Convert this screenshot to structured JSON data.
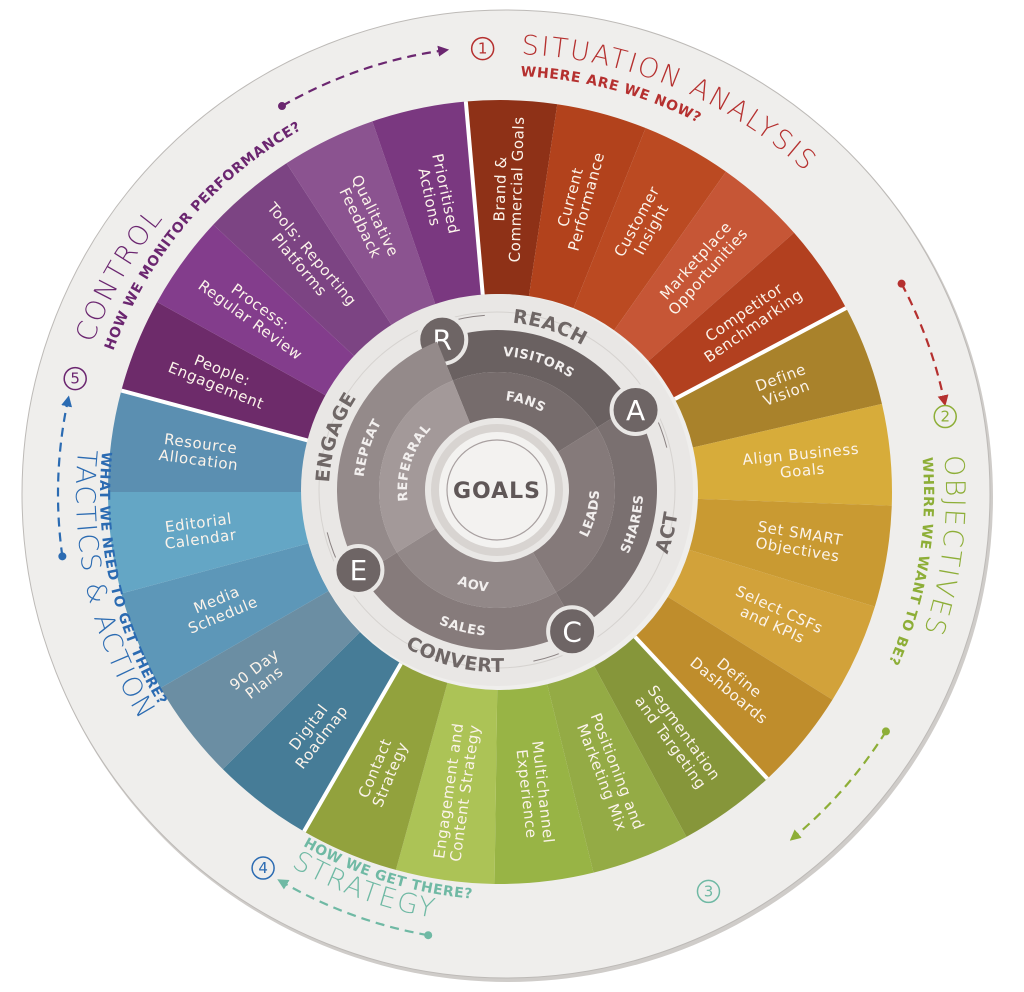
{
  "diagram": {
    "center_label": "GOALS",
    "stages": [
      {
        "number": "1",
        "title": "SITUATION ANALYSIS",
        "subtitle": "WHERE ARE WE NOW?",
        "color": "#b5302f",
        "items": [
          "Brand & Commercial Goals",
          "Current Performance",
          "Customer Insight",
          "Marketplace Opportunities",
          "Competitor Benchmarking"
        ],
        "item_colors": [
          "#8e3117",
          "#b2421c",
          "#bb4a22",
          "#c65636",
          "#b2401f"
        ]
      },
      {
        "number": "2",
        "title": "OBJECTIVES",
        "subtitle": "WHERE WE WANT TO BE?",
        "color": "#8dae37",
        "items": [
          "Define Vision",
          "Align Business Goals",
          "Set SMART Objectives",
          "Select CSFs and KPIs",
          "Define Dashboards"
        ],
        "item_colors": [
          "#a9822b",
          "#d7ac3a",
          "#c99a32",
          "#d2a23a",
          "#bf8d2c"
        ]
      },
      {
        "number": "3",
        "title": "STRATEGY",
        "subtitle": "HOW WE GET THERE?",
        "color": "#6fb9a4",
        "items": [
          "Segmentation and Targeting",
          "Positioning and Marketing Mix",
          "Multichannel Experience",
          "Engagement and Content Strategy",
          "Contact Strategy"
        ],
        "item_colors": [
          "#86963a",
          "#94ab45",
          "#98b445",
          "#acc356",
          "#92a23d"
        ]
      },
      {
        "number": "4",
        "title": "TACTICS & ACTION",
        "subtitle": "WHAT WE NEED TO GET THERE?",
        "color": "#2b6bb2",
        "items": [
          "Digital Roadmap",
          "90 Day Plans",
          "Media Schedule",
          "Editorial Calendar",
          "Resource Allocation"
        ],
        "item_colors": [
          "#467c97",
          "#6b8ea3",
          "#5d97b8",
          "#64a6c5",
          "#5b8fb1"
        ]
      },
      {
        "number": "5",
        "title": "CONTROL",
        "subtitle": "HOW WE MONITOR PERFORMANCE?",
        "color": "#6b2670",
        "items": [
          "People: Engagement",
          "Process: Regular Review",
          "Tools: Reporting Platforms",
          "Qualitative Feedback",
          "Prioritised Actions"
        ],
        "item_colors": [
          "#6d2b6a",
          "#833d8c",
          "#7c4483",
          "#8b5390",
          "#7a3880"
        ]
      }
    ],
    "race": {
      "phases": [
        {
          "letter": "R",
          "word": "REACH",
          "outer": "VISITORS",
          "inner": "FANS"
        },
        {
          "letter": "A",
          "word": "ACT",
          "outer": "SHARES",
          "inner": "LEADS"
        },
        {
          "letter": "C",
          "word": "CONVERT",
          "outer": "SALES",
          "inner": "AOV"
        },
        {
          "letter": "E",
          "word": "ENGAGE",
          "outer": "REPEAT",
          "inner": "REFERRAL"
        }
      ],
      "colors": {
        "outer": [
          "#6a6161",
          "#7a7070",
          "#867b7b",
          "#948a8a"
        ],
        "inner": [
          "#766c6c",
          "#857a7a",
          "#928888",
          "#a39999"
        ]
      }
    },
    "colors": {
      "paper": "#efeeec",
      "paper_edge": "#bdbab7",
      "divider": "#ffffff",
      "light_band": "#e9e7e5",
      "goals_disk": "#f3f2f0"
    }
  }
}
